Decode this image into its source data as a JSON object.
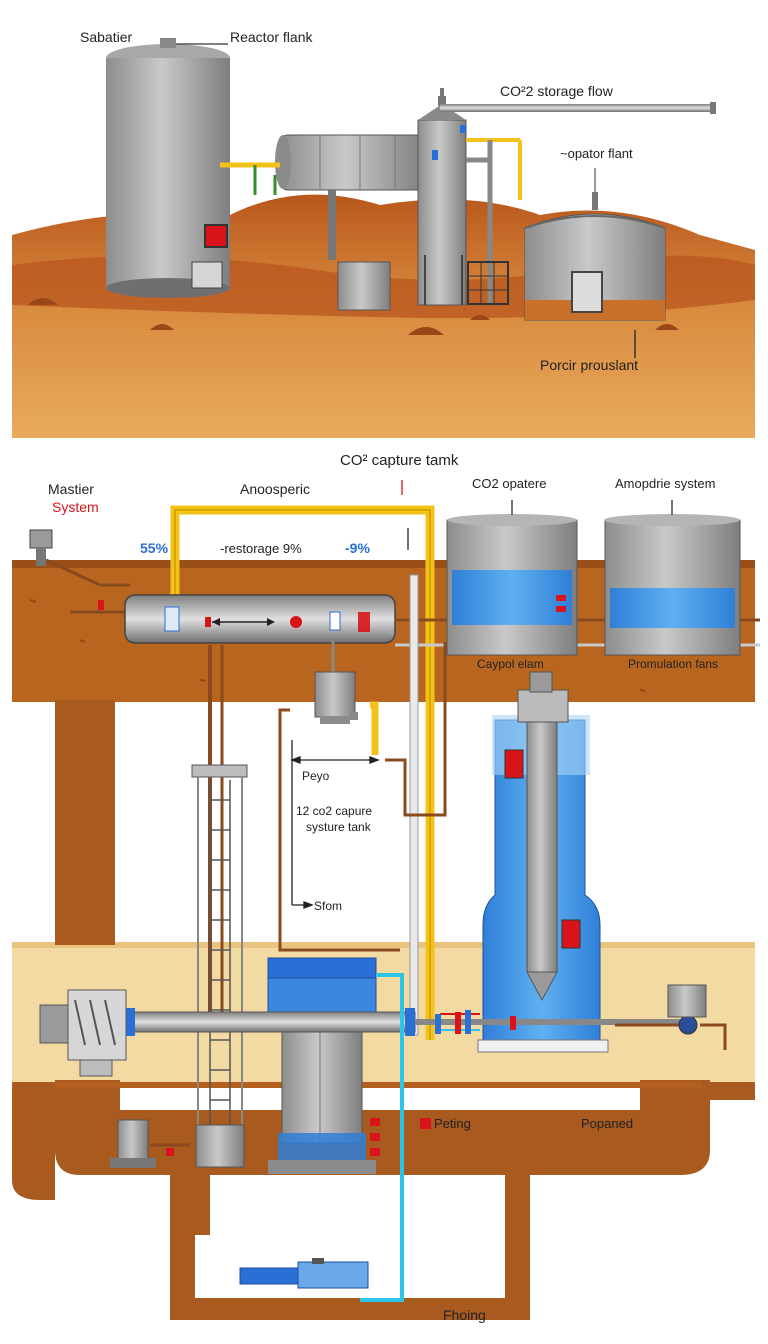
{
  "top_panel": {
    "labels": {
      "sabatier": "Sabatier",
      "reactor_flank": "Reactor flank",
      "co2_storage_flow": "CO²2 storage flow",
      "opator_flant": "~opator flant",
      "porcir_prouslant": "Porcir prouslant"
    }
  },
  "bottom_panel": {
    "labels": {
      "co2_capture_tank": "CO² capture tamk",
      "mastier": "Mastier",
      "system": "System",
      "anoosperic": "Anoosperic",
      "co2_opatere": "CO2 opatere",
      "amopdrie_system": "Amopdrie system",
      "pct_55": "55%",
      "restorage": "-restorage 9%",
      "pct_neg9": "-9%",
      "caypol_elam": "Caypol elam",
      "promulation_fans": "Promulation fans",
      "peyo": "Peyo",
      "capure_line1": "12 co2 capure",
      "capure_line2": "systure tank",
      "sfom": "Sfom",
      "peting": "Peting",
      "popaned": "Popaned",
      "fhoing": "Fhoing"
    }
  },
  "colors": {
    "soil": "#c9702a",
    "soil_dark": "#a85a1f",
    "pipe_brown": "#8a4a1e",
    "tank_gray": "#9a9a9a",
    "water_blue": "#3a8fe0",
    "pipe_yellow": "#f2c21a",
    "cyan_line": "#2ec4e8",
    "alert_red": "#d8141a",
    "text_red": "#d8141a",
    "text_blue": "#2a6fd6",
    "sand": "#f3d9a2"
  }
}
